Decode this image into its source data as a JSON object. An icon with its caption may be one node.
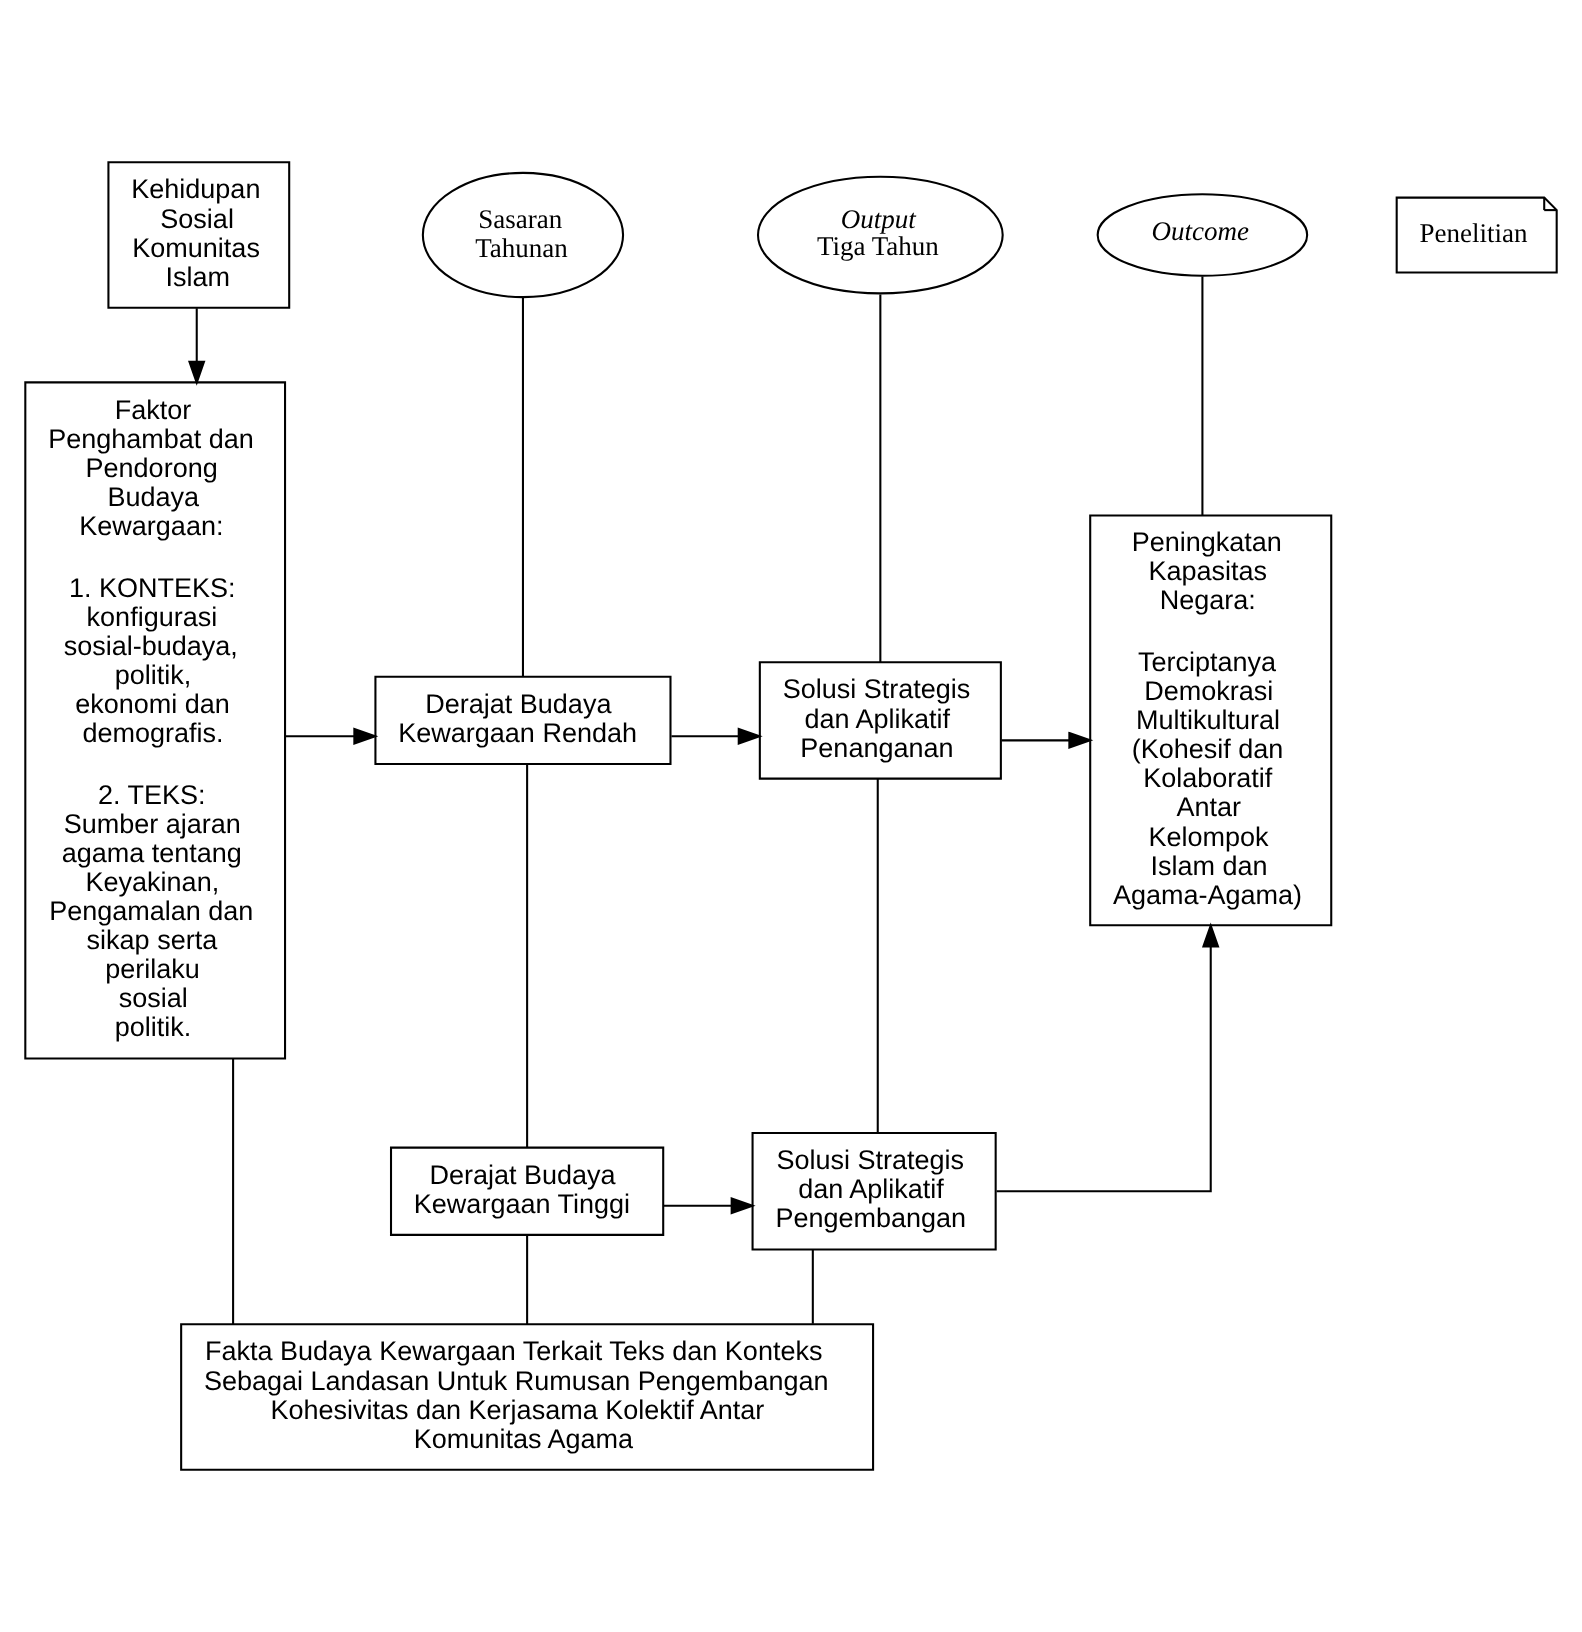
{
  "diagram": {
    "nodes": [
      {
        "text": [
          "Kehidupan Sosial Komunitas Islam"
        ]
      },
      {
        "text": [
          "Sasaran Tahunan"
        ]
      },
      {
        "text": [
          "*Output* Tiga Tahun"
        ]
      },
      {
        "text": [
          "Outcome"
        ]
      },
      {
        "text": [
          "Faktor Penghambat dan Pendorong Budaya Kewargaan:",
          "1. KONTEKS: konfigurasi sosial-budaya, politik, ekonomi dan demografis.",
          "2. TEKS: Sumber ajaran agama tentang Keyakinan, Pengamalan dan sikap serta perilaku sosial politik."
        ]
      },
      {
        "text": [
          "Derajat Budaya Kewargaan Rendah"
        ]
      },
      {
        "text": [
          "Solusi Strategis dan Aplikatif Penanganan"
        ]
      },
      {
        "text": [
          "Peningkatan Kapasitas Negara:",
          "Terciptanya Demokrasi Multikultural (Kohesif dan Kolaboratif Antar Kelompok Islam dan Agama-Agama)"
        ]
      },
      {
        "text": [
          "Derajat Budaya Kewargaan Tinggi"
        ]
      },
      {
        "text": [
          "Solusi Strategis dan Aplikatif Pengembangan"
        ]
      },
      {
        "text": [
          "Penelitian"
        ]
      },
      {
        "text": [
          "Fakta Budaya Kewargaan Terkait Teks dan Konteks Sebagai Landasan Untuk Rumusan Pengembangan Kohesivitas dan Kerjasama Kolektif Antar Komunitas Agama"
        ]
      }
    ],
    "edges": [
      {
        "from": 0,
        "to": 4,
        "arrow": "to"
      },
      {
        "from": 4,
        "to": 5,
        "arrow": "to"
      },
      {
        "from": 5,
        "to": 6,
        "arrow": "to"
      },
      {
        "from": 6,
        "to": 7,
        "arrow": "to"
      },
      {
        "from": 8,
        "to": 9,
        "arrow": "to"
      },
      {
        "from": 9,
        "to": 7,
        "arrow": "to"
      },
      {
        "from": 1,
        "to": 5,
        "arrow": "none"
      },
      {
        "from": 5,
        "to": 8,
        "arrow": "none"
      },
      {
        "from": 8,
        "to": 11,
        "arrow": "none"
      },
      {
        "from": 2,
        "to": 6,
        "arrow": "none"
      },
      {
        "from": 6,
        "to": 9,
        "arrow": "none"
      },
      {
        "from": 9,
        "to": 11,
        "arrow": "none"
      },
      {
        "from": 3,
        "to": 7,
        "arrow": "none"
      },
      {
        "from": 4,
        "to": 11,
        "arrow": "none"
      }
    ]
  }
}
